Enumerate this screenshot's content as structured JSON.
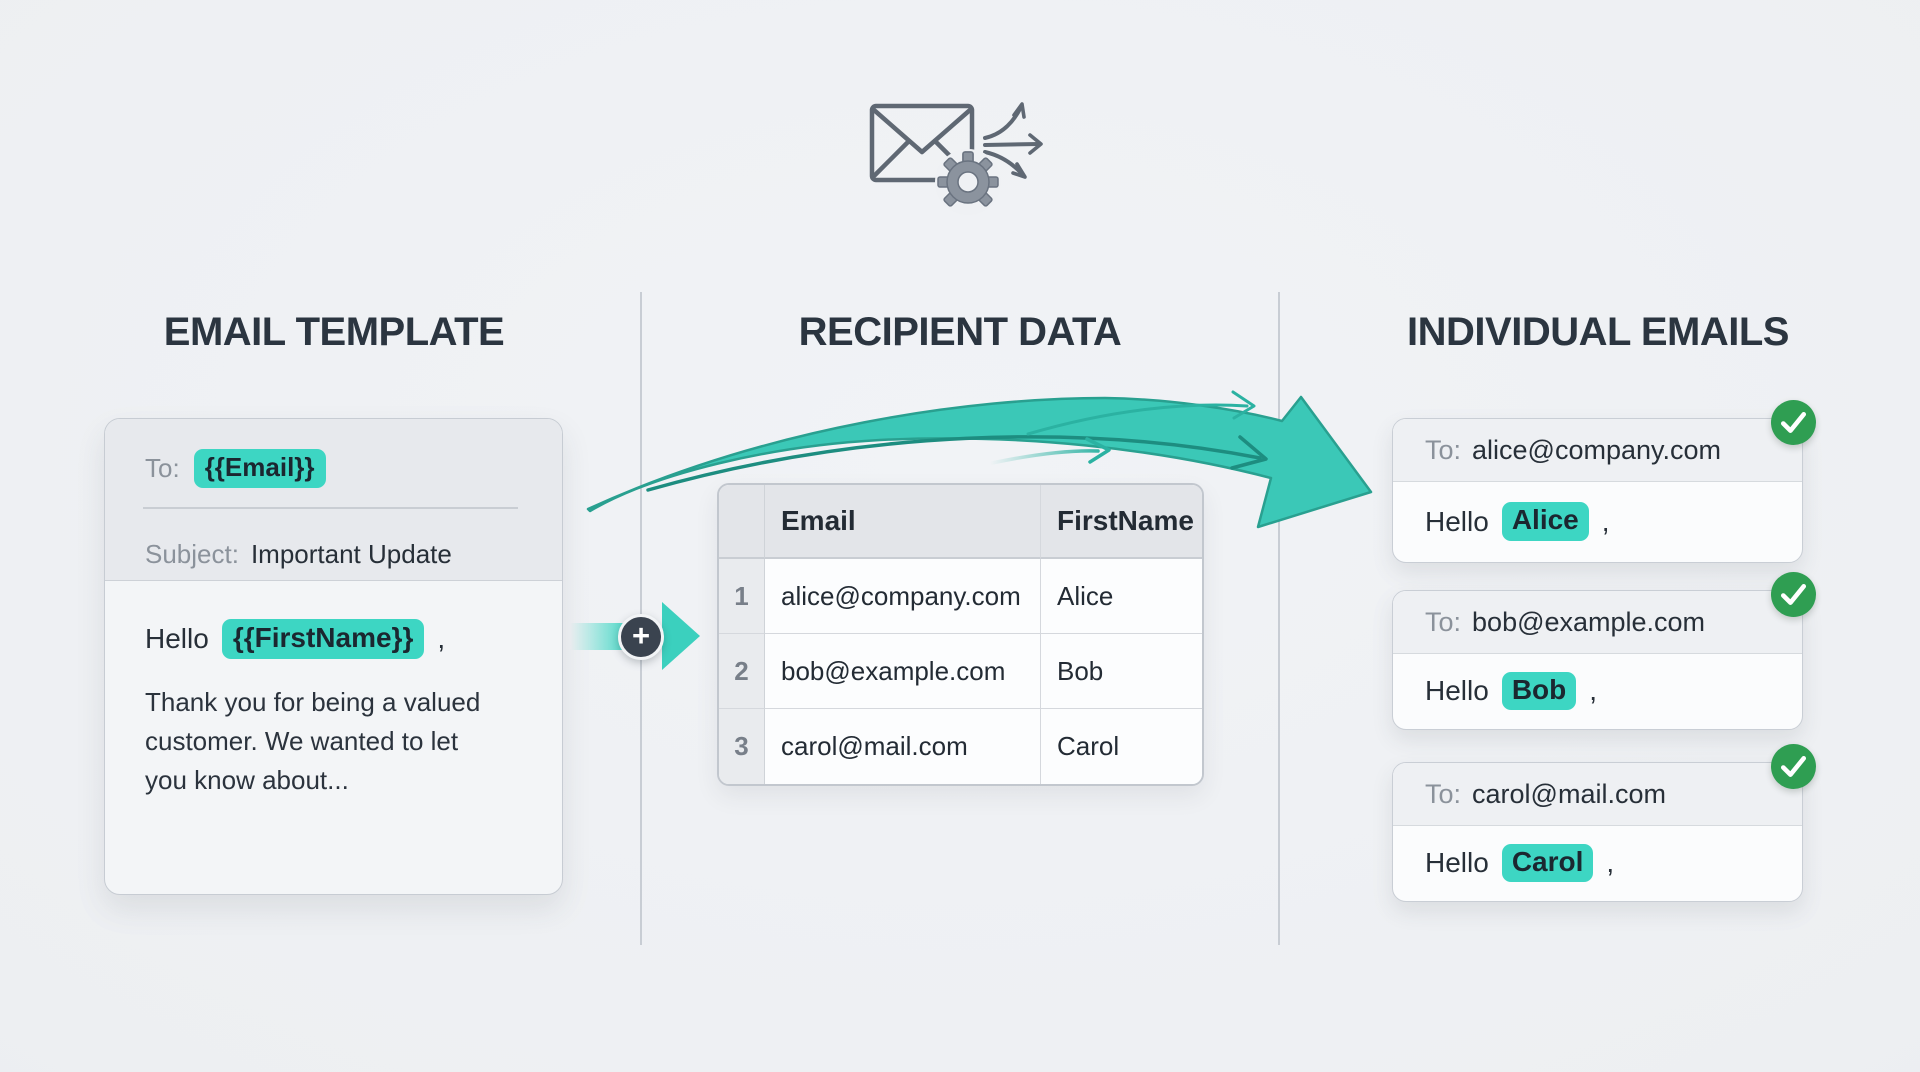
{
  "template_section": {
    "heading": "EMAIL TEMPLATE",
    "card": {
      "to_label": "To:",
      "to_value": "{{Email}}",
      "subject_label": "Subject:",
      "subject_value": "Important Update",
      "greeting_prefix": "Hello",
      "greeting_variable": "{{FirstName}}",
      "greeting_punctuation": ",",
      "body_lines": [
        "Thank you for being a valued",
        "customer. We wanted to let",
        "you know about..."
      ]
    }
  },
  "recipient_section": {
    "heading": "RECIPIENT DATA",
    "table": {
      "headers": [
        "Email",
        "FirstName"
      ],
      "rows": [
        {
          "num": "1",
          "email": "alice@company.com",
          "first_name": "Alice"
        },
        {
          "num": "2",
          "email": "bob@example.com",
          "first_name": "Bob"
        },
        {
          "num": "3",
          "email": "carol@mail.com",
          "first_name": "Carol"
        }
      ]
    }
  },
  "individual_section": {
    "heading": "INDIVIDUAL EMAILS",
    "emails": [
      {
        "to_label": "To:",
        "to_value": "alice@company.com",
        "greeting_prefix": "Hello",
        "name": "Alice",
        "punctuation": ","
      },
      {
        "to_label": "To:",
        "to_value": "bob@example.com",
        "greeting_prefix": "Hello",
        "name": "Bob",
        "punctuation": ","
      },
      {
        "to_label": "To:",
        "to_value": "carol@mail.com",
        "greeting_prefix": "Hello",
        "name": "Carol",
        "punctuation": ","
      }
    ]
  },
  "merge_controls": {
    "plus_symbol": "+"
  },
  "icons": {
    "top": "envelope-gear-fanout-icon",
    "status": "check-circle-icon"
  },
  "colors": {
    "accent_chip": "#3dd6c3",
    "swoosh_fill": "#3bc8b7",
    "swoosh_stroke": "#29a090",
    "success_green": "#2f9e52",
    "plus_circle": "#3a434f",
    "heading_text": "#2b3540",
    "muted_label": "#8b929b",
    "divider": "#c8cdd4",
    "background": "#edeff2"
  }
}
